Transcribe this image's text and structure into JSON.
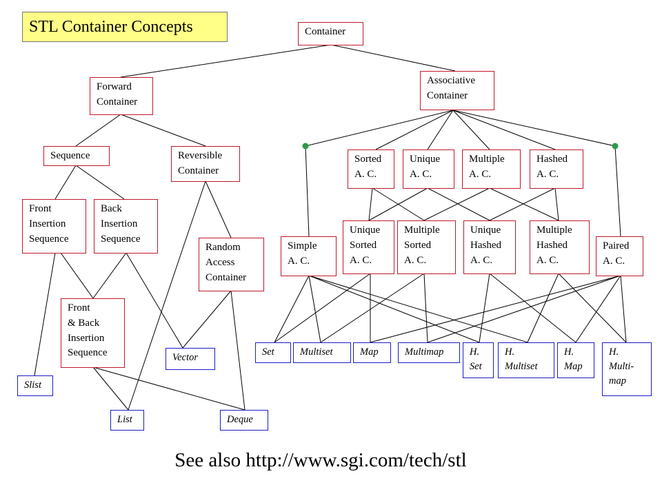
{
  "title": "STL Container Concepts",
  "footer": "See also http://www.sgi.com/tech/stl",
  "colors": {
    "concept_border": "#c0182a",
    "model_border": "#1a1ac8",
    "title_bg": "#ffff88",
    "junction_dot": "#2e9a4a"
  },
  "concepts": {
    "container": [
      "Container"
    ],
    "forward": [
      "Forward",
      "Container"
    ],
    "associative": [
      "Associative",
      "Container"
    ],
    "sequence": [
      "Sequence"
    ],
    "reversible": [
      "Reversible",
      "Container"
    ],
    "front_ins": [
      "Front",
      "Insertion",
      "Sequence"
    ],
    "back_ins": [
      "Back",
      "Insertion",
      "Sequence"
    ],
    "random": [
      "Random",
      "Access",
      "Container"
    ],
    "front_back": [
      "Front",
      "& Back",
      "Insertion",
      "Sequence"
    ],
    "sorted": [
      "Sorted",
      "A. C."
    ],
    "unique": [
      "Unique",
      "A. C."
    ],
    "multiple": [
      "Multiple",
      "A. C."
    ],
    "hashed": [
      "Hashed",
      "A. C."
    ],
    "simple": [
      "Simple",
      "A. C."
    ],
    "uniq_sorted": [
      "Unique",
      "Sorted",
      "A. C."
    ],
    "mult_sorted": [
      "Multiple",
      "Sorted",
      "A. C."
    ],
    "uniq_hashed": [
      "Unique",
      "Hashed",
      "A. C."
    ],
    "mult_hashed": [
      "Multiple",
      "Hashed",
      "A. C."
    ],
    "paired": [
      "Paired",
      "A. C."
    ]
  },
  "models": {
    "slist": [
      "Slist"
    ],
    "list": [
      "List"
    ],
    "deque": [
      "Deque"
    ],
    "vector": [
      "Vector"
    ],
    "set": [
      "Set"
    ],
    "multiset": [
      "Multiset"
    ],
    "map": [
      "Map"
    ],
    "multimap": [
      "Multimap"
    ],
    "hset": [
      "H.",
      "Set"
    ],
    "hmultiset": [
      "H.",
      "Multiset"
    ],
    "hmap": [
      "H.",
      "Map"
    ],
    "hmultimap": [
      "H.",
      "Multi-",
      "map"
    ]
  }
}
